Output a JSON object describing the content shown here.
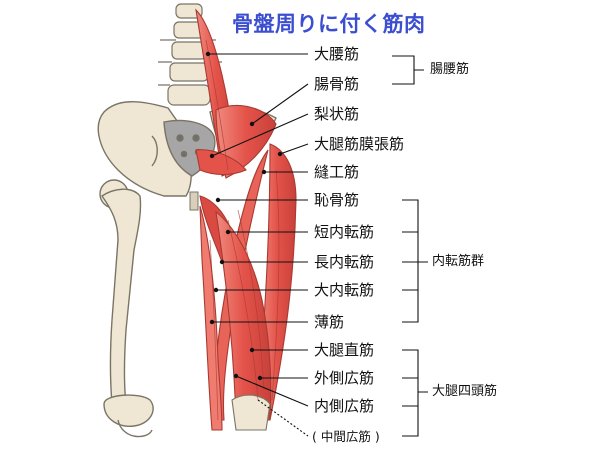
{
  "title": "骨盤周りに付く筋肉",
  "muscles": [
    "大腰筋",
    "腸骨筋",
    "梨状筋",
    "大腿筋膜張筋",
    "縫工筋",
    "恥骨筋",
    "短内転筋",
    "長内転筋",
    "大内転筋",
    "薄筋",
    "大腿直筋",
    "外側広筋",
    "内側広筋",
    "( 中間広筋 )"
  ],
  "groups": [
    "腸腰筋",
    "内転筋群",
    "大腿四頭筋"
  ],
  "colors": {
    "title": "#3c4ed0",
    "muscle": "#e4534a",
    "muscle_dark": "#c83a34",
    "bone": "#efe7d3",
    "bone_outline": "#7a7466",
    "leader": "#111111"
  }
}
